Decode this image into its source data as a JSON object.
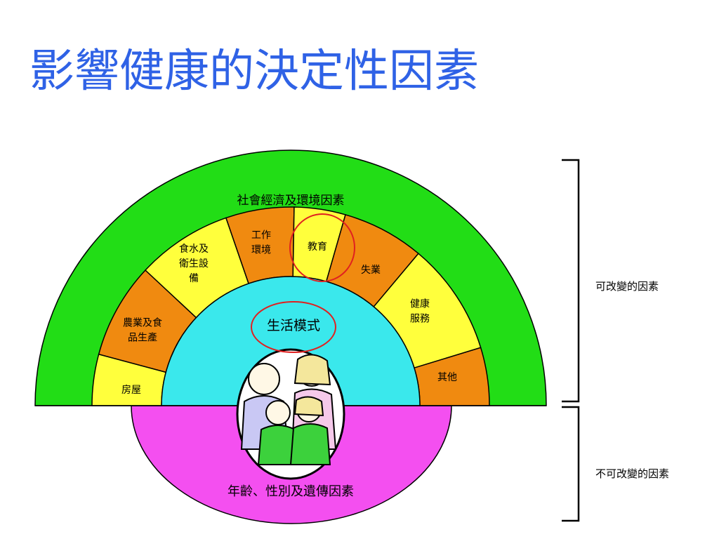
{
  "title": "影響健康的決定性因素",
  "outer_ring": {
    "label": "社會經濟及環境因素",
    "color": "#22dd16"
  },
  "segments": [
    {
      "key": "housing",
      "lines": [
        "房屋"
      ],
      "color": "#ffff3c"
    },
    {
      "key": "agri",
      "lines": [
        "農業及食",
        "品生產"
      ],
      "color": "#f08a10"
    },
    {
      "key": "water",
      "lines": [
        "食水及",
        "衛生設",
        "備"
      ],
      "color": "#ffff3c"
    },
    {
      "key": "work",
      "lines": [
        "工作",
        "環境"
      ],
      "color": "#f08a10"
    },
    {
      "key": "edu",
      "lines": [
        "教育"
      ],
      "color": "#ffff3c"
    },
    {
      "key": "unemp",
      "lines": [
        "失業"
      ],
      "color": "#f08a10"
    },
    {
      "key": "health",
      "lines": [
        "健康",
        "服務"
      ],
      "color": "#ffff3c"
    },
    {
      "key": "other",
      "lines": [
        "其他"
      ],
      "color": "#f08a10"
    }
  ],
  "inner_circle": {
    "label": "生活模式",
    "color": "#3ae8ec"
  },
  "lower_half": {
    "label": "年齡、性別及遺傳因素",
    "color": "#f44ff0"
  },
  "highlight_color": "#e02020",
  "side": {
    "changeable": "可改變的因素",
    "unchangeable": "不可改變的因素"
  }
}
